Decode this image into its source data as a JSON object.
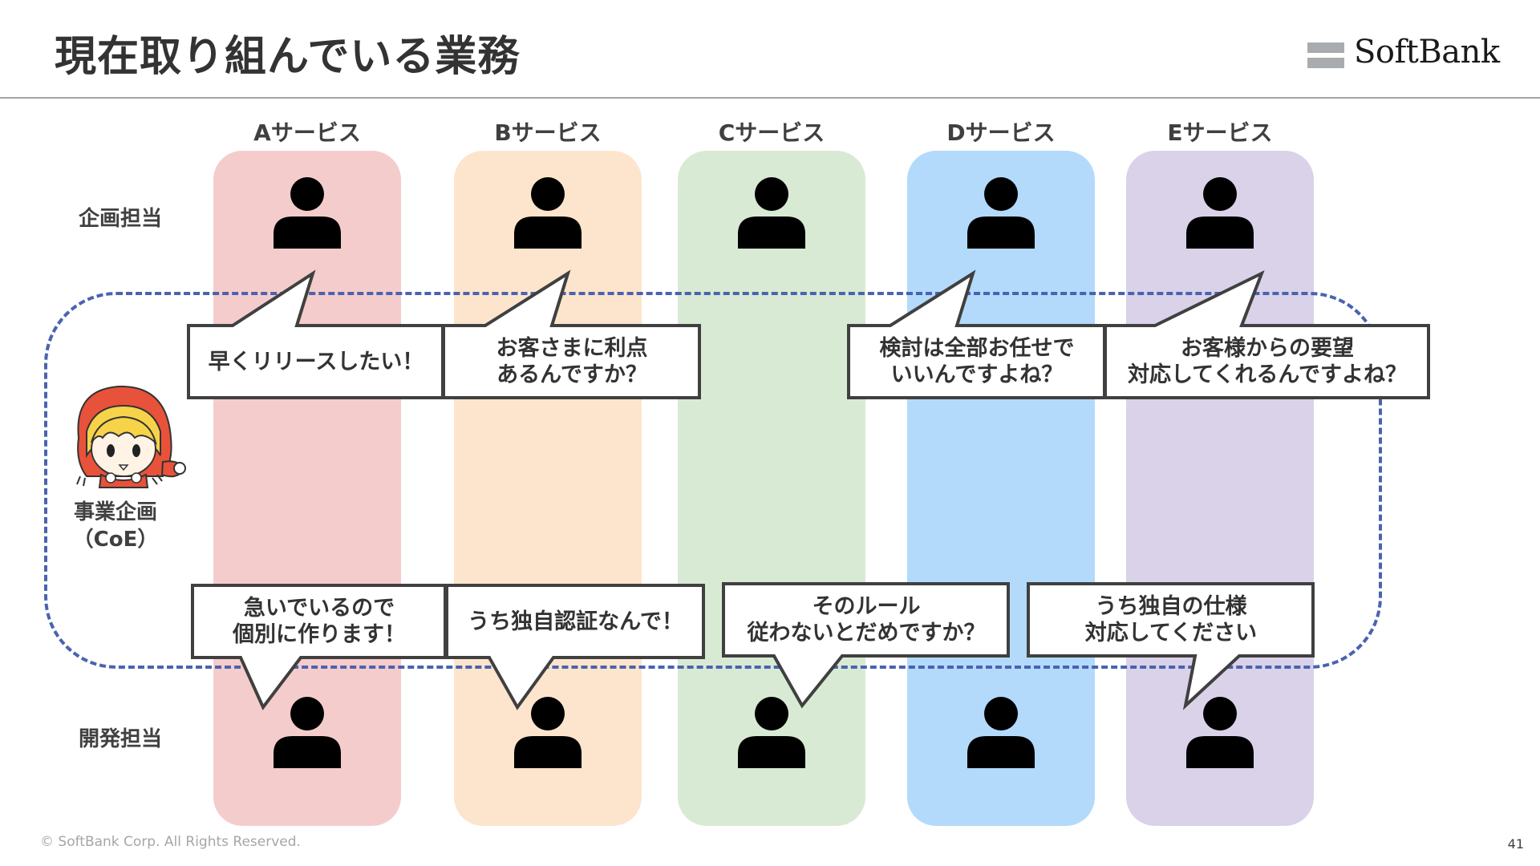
{
  "slide": {
    "title": "現在取り組んでいる業務",
    "logo_text": "SoftBank",
    "copyright": "© SoftBank Corp. All Rights Reserved.",
    "page_number": "41"
  },
  "rows": {
    "planning": "企画担当",
    "development": "開発担当"
  },
  "coe": {
    "line1": "事業企画",
    "line2": "（CoE）"
  },
  "services": [
    {
      "name": "Aサービス",
      "color": "#f5cccc"
    },
    {
      "name": "Bサービス",
      "color": "#fde5cd"
    },
    {
      "name": "Cサービス",
      "color": "#d9ead4"
    },
    {
      "name": "Dサービス",
      "color": "#b3dafb"
    },
    {
      "name": "Eサービス",
      "color": "#d9d2e9"
    }
  ],
  "planning_comments": [
    "早くリリースしたい！",
    "お客さまに利点\nあるんですか？",
    "検討は全部お任せで\nいいんですよね？",
    "お客様からの要望\n対応してくれるんですよね？"
  ],
  "development_comments": [
    "急いでいるので\n個別に作ります！",
    "うち独自認証なんで！",
    "そのルール\n従わないとだめですか？",
    "うち独自の仕様\n対応してください"
  ],
  "colors": {
    "dash": "#4a63b0",
    "bubble_border": "#404040",
    "mascot_hood": "#e8523a",
    "mascot_hair": "#f7d34a"
  }
}
